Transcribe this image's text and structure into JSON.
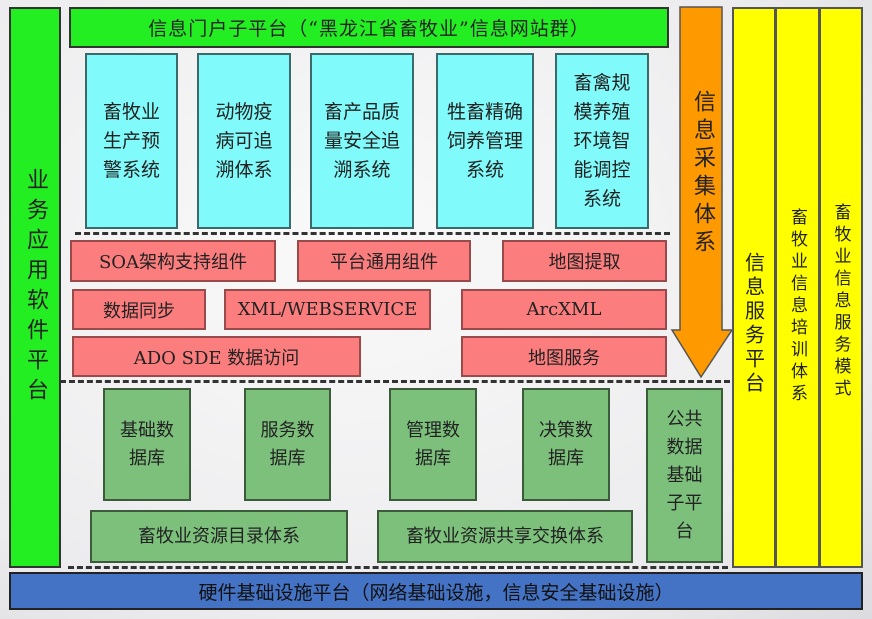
{
  "left_bar": "业务应用软件平台",
  "portal": "信息门户子平台（“黑龙江省畜牧业”信息网站群）",
  "systems": [
    "畜牧业生产预警系统",
    "动物疫病可追溯体系",
    "畜产品质量安全追溯系统",
    "牲畜精确饲养管理系统",
    "畜禽规模养殖环境智能调控系统"
  ],
  "components": [
    "SOA架构支持组件",
    "平台通用组件",
    "地图提取",
    "数据同步",
    "XML/WEBSERVICE",
    "ArcXML",
    "ADO SDE 数据访问",
    "地图服务"
  ],
  "databases": [
    "基础数据库",
    "服务数据库",
    "管理数据库",
    "决策数据库"
  ],
  "public_platform": "公共数据基础子平台",
  "catalog": "畜牧业资源目录体系",
  "exchange": "畜牧业资源共享交换体系",
  "collection": "信息采集体系",
  "right_cols": [
    "信息服务平台",
    "畜牧业信息培训体系",
    "畜牧业信息服务模式"
  ],
  "hardware": "硬件基础设施平台（网络基础设施，信息安全基础设施）",
  "colors": {
    "green": "#22ee22",
    "cyan": "#80fafa",
    "red": "#fb7d7d",
    "db": "#7cc07c",
    "orange": "#ff9900",
    "yellow": "#ffff00",
    "blue": "#4472c4"
  }
}
